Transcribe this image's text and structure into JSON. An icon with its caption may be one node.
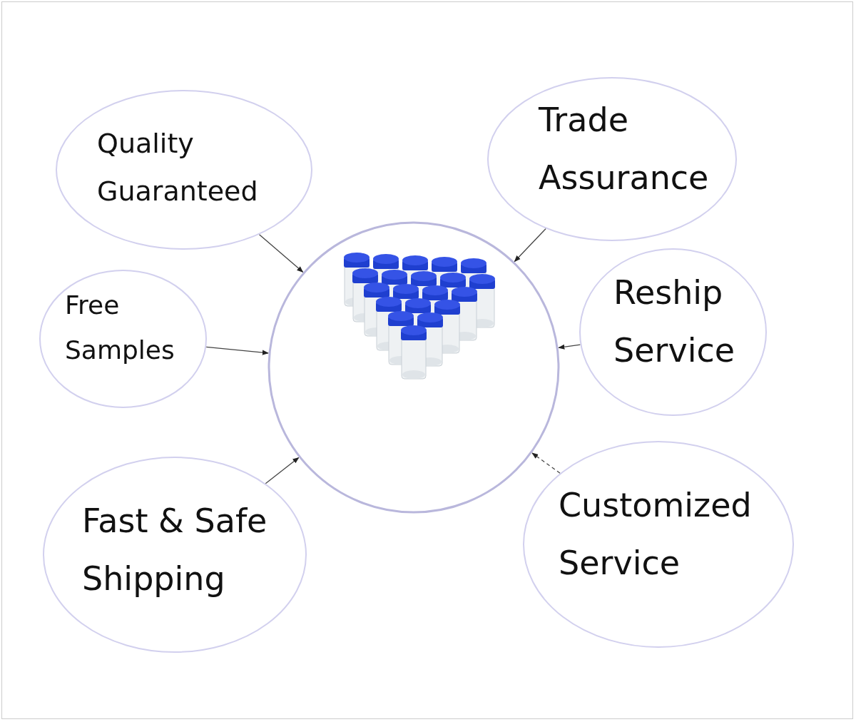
{
  "diagram": {
    "nodes": [
      {
        "text": [
          "Quality Guaranteed"
        ]
      },
      {
        "text": [
          "Trade Assurance"
        ]
      },
      {
        "text": [
          "Free Samples"
        ]
      },
      {
        "text": [],
        "shape": "picture"
      },
      {
        "text": [
          "Reship Service"
        ]
      },
      {
        "text": [
          "Fast & Safe Shipping"
        ]
      },
      {
        "text": [
          "Customized Service"
        ]
      }
    ],
    "edges": [
      {
        "from": 0,
        "to": 3,
        "arrow": "to"
      },
      {
        "from": 1,
        "to": 3,
        "arrow": "to"
      },
      {
        "from": 2,
        "to": 3,
        "arrow": "to"
      },
      {
        "from": 4,
        "to": 3,
        "arrow": "to"
      },
      {
        "from": 5,
        "to": 3,
        "arrow": "to"
      },
      {
        "from": 6,
        "to": 3,
        "arrow": "to",
        "style": "dashed"
      }
    ]
  }
}
